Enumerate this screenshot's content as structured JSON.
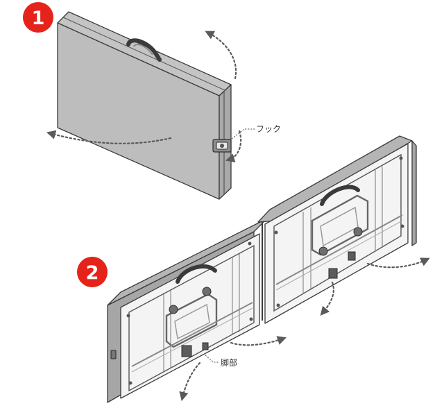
{
  "steps": [
    {
      "number": "1",
      "color": "#e5231b"
    },
    {
      "number": "2",
      "color": "#e5231b"
    }
  ],
  "callouts": {
    "hook": "フック",
    "legs": "脚部"
  },
  "colors": {
    "case_top": "#c4c4c4",
    "case_side": "#a9a9a9",
    "panel_surface": "#f4f4f4",
    "panel_edge": "#9e9e9e",
    "arrow": "#5a5a5a"
  }
}
